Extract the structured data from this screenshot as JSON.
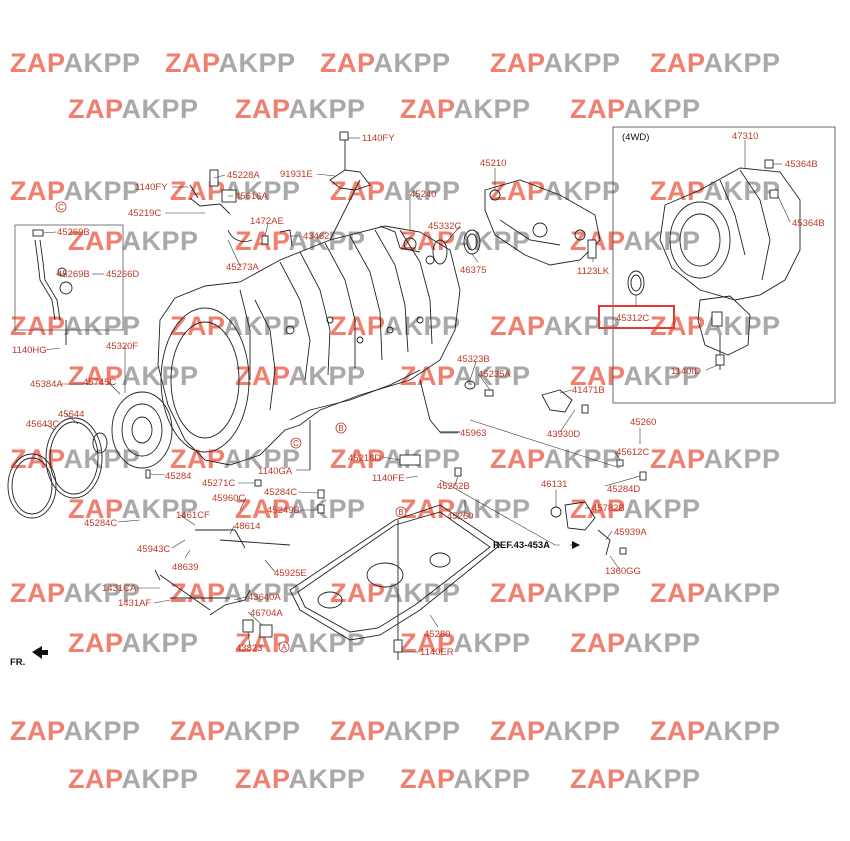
{
  "watermark": {
    "part1": "ZAP",
    "part2": "AKPP"
  },
  "box_4wd_label": "(4WD)",
  "ref_label": "REF.43-453A",
  "front_label": "FR.",
  "circle_markers": [
    "C",
    "C",
    "B",
    "B",
    "A"
  ],
  "parts": {
    "p1140FY_top": "1140FY",
    "p91931E": "91931E",
    "p45228A": "45228A",
    "p1140FY_left": "1140FY",
    "p45616A": "45616A",
    "p45219C": "45219C",
    "p45240": "45240",
    "p1472AE": "1472AE",
    "p43462": "43462",
    "p45273A": "45273A",
    "p45210": "45210",
    "p45332C": "45332C",
    "p46375": "46375",
    "p1123LK": "1123LK",
    "p47310": "47310",
    "p45364B_1": "45364B",
    "p45364B_2": "45364B",
    "p45312C": "45312C",
    "p1140ID": "1140ID",
    "p45269B_1": "45269B",
    "p45269B_2": "45269B",
    "p45266D": "45266D",
    "p1140HG": "1140HG",
    "p45320F": "45320F",
    "p45384A": "45384A",
    "p45745C": "45745C",
    "p45643C": "45643C",
    "p45644": "45644",
    "p45323B": "45323B",
    "p45235A": "45235A",
    "p41471B": "41471B",
    "p43930D": "43930D",
    "p45963": "45963",
    "p45260": "45260",
    "p45612C": "45612C",
    "p45284D": "45284D",
    "p45218D": "45218D",
    "p1140GA": "1140GA",
    "p45284": "45284",
    "p45271C": "45271C",
    "p1140FE": "1140FE",
    "p45262B": "45262B",
    "p46131": "46131",
    "p45284C_1": "45284C",
    "p45960C": "45960C",
    "p45249B": "45249B",
    "p45260_2": "45260",
    "p45782B": "45782B",
    "p45284C_2": "45284C",
    "p1461CF": "1461CF",
    "p48614": "48614",
    "p45939A": "45939A",
    "p45943C": "45943C",
    "p48639": "48639",
    "p45925E": "45925E",
    "p1360GG": "1360GG",
    "p1431CA": "1431CA",
    "p1431AF": "1431AF",
    "p43640A": "43640A",
    "p46704A": "46704A",
    "p45280": "45280",
    "p43823": "43823",
    "p1140ER": "1140ER"
  },
  "highlight_color": "#e53935",
  "label_color": "#c0392b"
}
